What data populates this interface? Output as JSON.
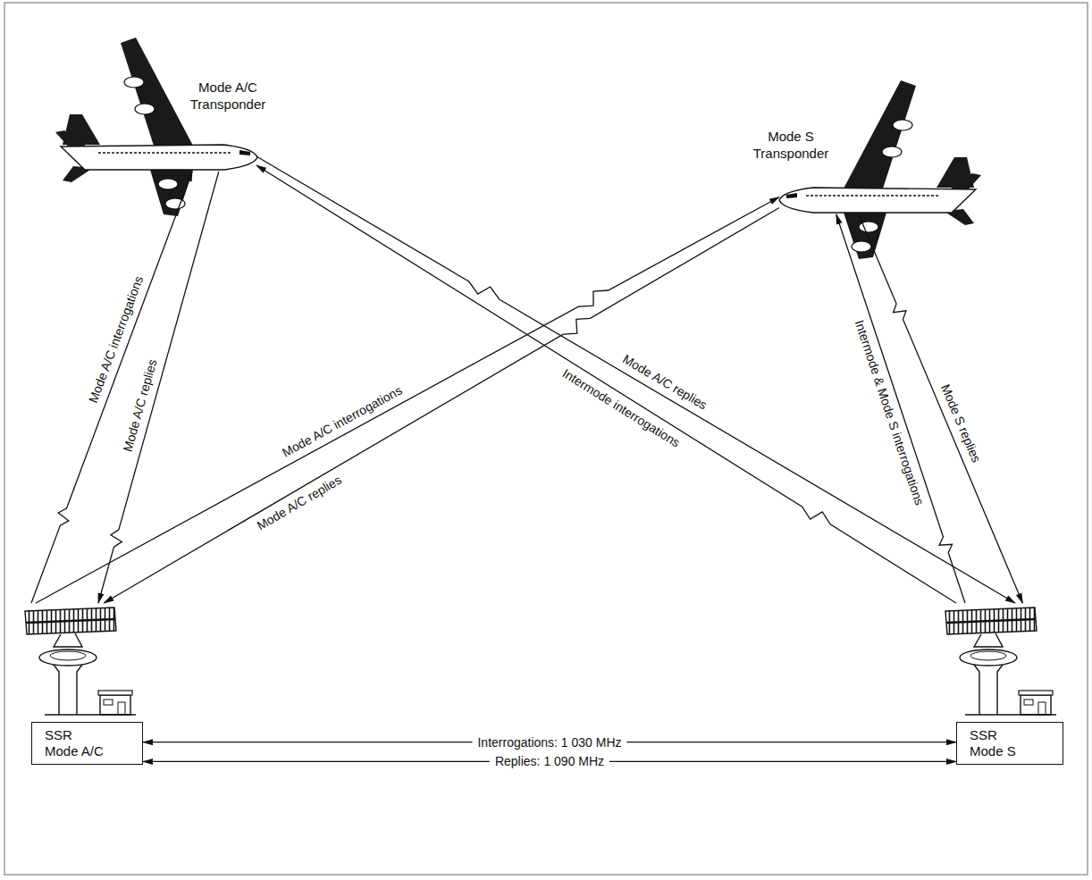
{
  "diagram": {
    "nodes": [
      {
        "text": [
          "Mode A/C Transponder"
        ]
      },
      {
        "text": [
          "Mode S Transponder"
        ]
      },
      {
        "text": [
          "SSR Mode A/C"
        ]
      },
      {
        "text": [
          "SSR Mode S"
        ]
      }
    ],
    "edges": [
      {
        "from": 2,
        "to": 0,
        "arrow": "to",
        "label": "Mode A/C interrogations"
      },
      {
        "from": 0,
        "to": 2,
        "arrow": "to",
        "label": "Mode A/C replies"
      },
      {
        "from": 2,
        "to": 1,
        "arrow": "to",
        "label": "Mode A/C interrogations"
      },
      {
        "from": 1,
        "to": 2,
        "arrow": "to",
        "label": "Mode A/C replies"
      },
      {
        "from": 3,
        "to": 0,
        "arrow": "to",
        "label": "Intermode interrogations"
      },
      {
        "from": 0,
        "to": 3,
        "arrow": "to",
        "label": "Mode A/C replies"
      },
      {
        "from": 3,
        "to": 1,
        "arrow": "to",
        "label": "Intermode & Mode S interrogations"
      },
      {
        "from": 1,
        "to": 3,
        "arrow": "to",
        "label": "Mode S replies"
      },
      {
        "from": 2,
        "to": 3,
        "arrow": "both",
        "label": "Interrogations: 1 030 MHz"
      },
      {
        "from": 2,
        "to": 3,
        "arrow": "both",
        "label": "Replies: 1 090 MHz"
      }
    ]
  }
}
